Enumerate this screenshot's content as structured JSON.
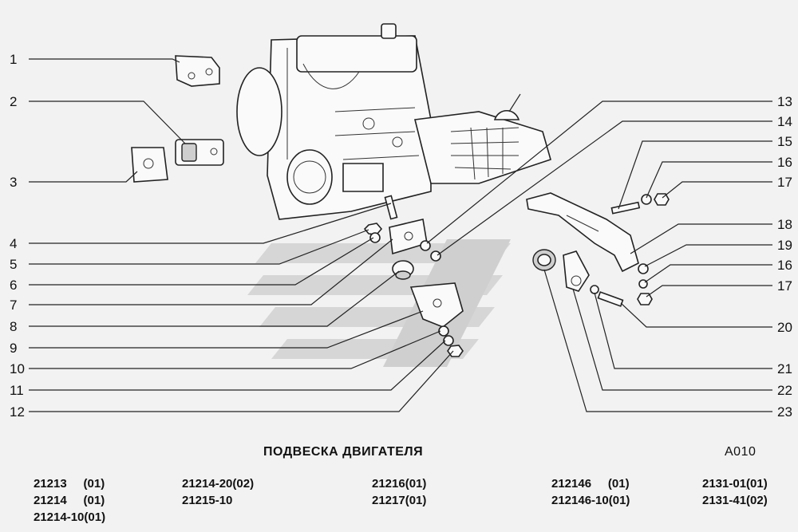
{
  "callouts_left": [
    "1",
    "2",
    "3",
    "4",
    "5",
    "6",
    "7",
    "8",
    "9",
    "10",
    "11",
    "12"
  ],
  "callouts_right": [
    "13",
    "14",
    "15",
    "16",
    "17",
    "18",
    "19",
    "16",
    "17",
    "20",
    "21",
    "22",
    "23"
  ],
  "title": "ПОДВЕСКА ДВИГАТЕЛЯ",
  "code": "А010",
  "models": {
    "col1": [
      "21213     (01)",
      "21214     (01)",
      "21214-10(01)"
    ],
    "col2": [
      "21214-20(02)",
      "21215-10"
    ],
    "col3": [
      "21216(01)",
      "21217(01)"
    ],
    "col4": [
      "212146     (01)",
      "212146-10(01)"
    ],
    "col5": [
      "2131-01(01)",
      "2131-41(02)"
    ]
  }
}
